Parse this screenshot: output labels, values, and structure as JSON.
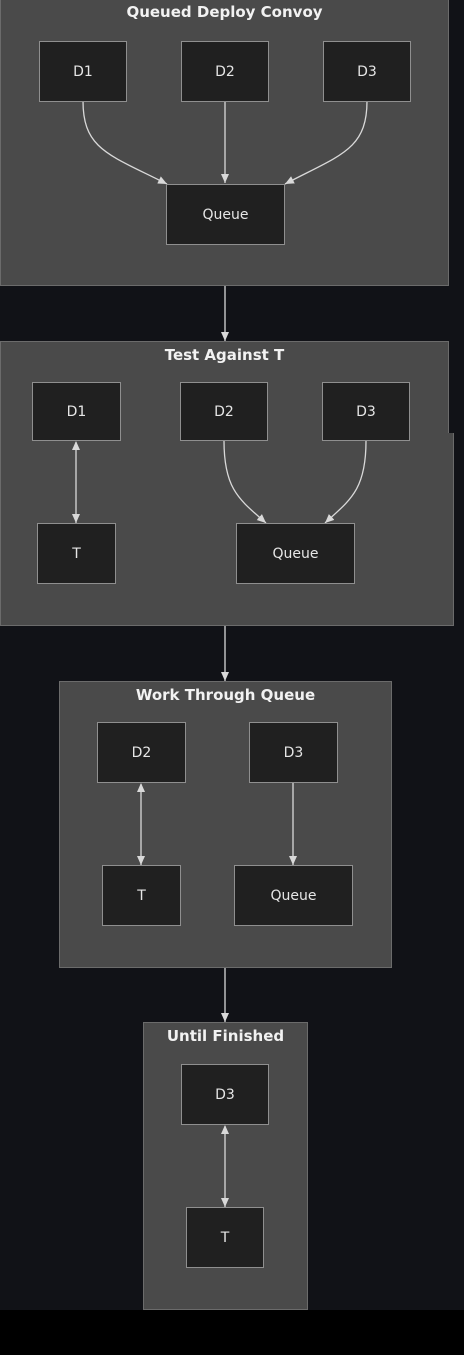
{
  "clusters": {
    "c1": {
      "title": "Queued Deploy Convoy"
    },
    "c2": {
      "title": "Test Against T"
    },
    "c3": {
      "title": "Work Through Queue"
    },
    "c4": {
      "title": "Until Finished"
    }
  },
  "nodes": {
    "c1_d1": "D1",
    "c1_d2": "D2",
    "c1_d3": "D3",
    "c1_queue": "Queue",
    "c2_d1": "D1",
    "c2_d2": "D2",
    "c2_d3": "D3",
    "c2_t": "T",
    "c2_queue": "Queue",
    "c3_d2": "D2",
    "c3_d3": "D3",
    "c3_t": "T",
    "c3_queue": "Queue",
    "c4_d3": "D3",
    "c4_t": "T"
  },
  "colors": {
    "background": "#111217",
    "cluster_fill": "#4a4a4a",
    "node_fill": "#202020",
    "edge": "#d9d9d9"
  }
}
